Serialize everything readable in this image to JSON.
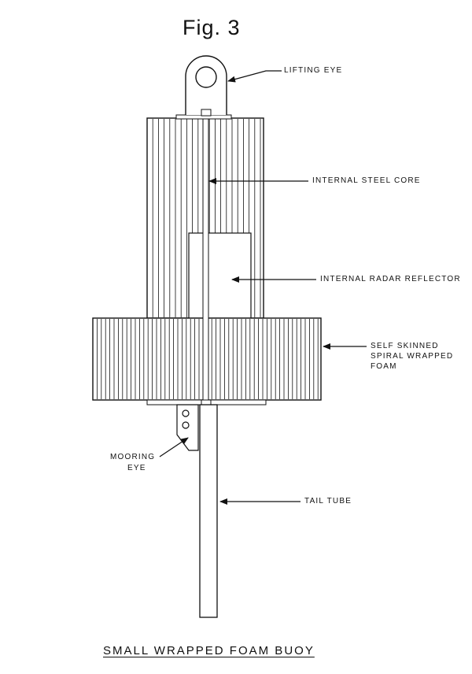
{
  "figure": {
    "title": "Fig. 3",
    "caption": "SMALL WRAPPED FOAM BUOY"
  },
  "labels": {
    "lifting_eye": "LIFTING EYE",
    "internal_steel_core": "INTERNAL STEEL CORE",
    "internal_radar_reflector": "INTERNAL RADAR REFLECTOR",
    "foam_line1": "SELF SKINNED",
    "foam_line2": "SPIRAL WRAPPED",
    "foam_line3": "FOAM",
    "mooring_line1": "MOORING",
    "mooring_line2": "EYE",
    "tail_tube": "TAIL TUBE"
  },
  "colors": {
    "ink": "#111111",
    "paper": "#ffffff"
  }
}
